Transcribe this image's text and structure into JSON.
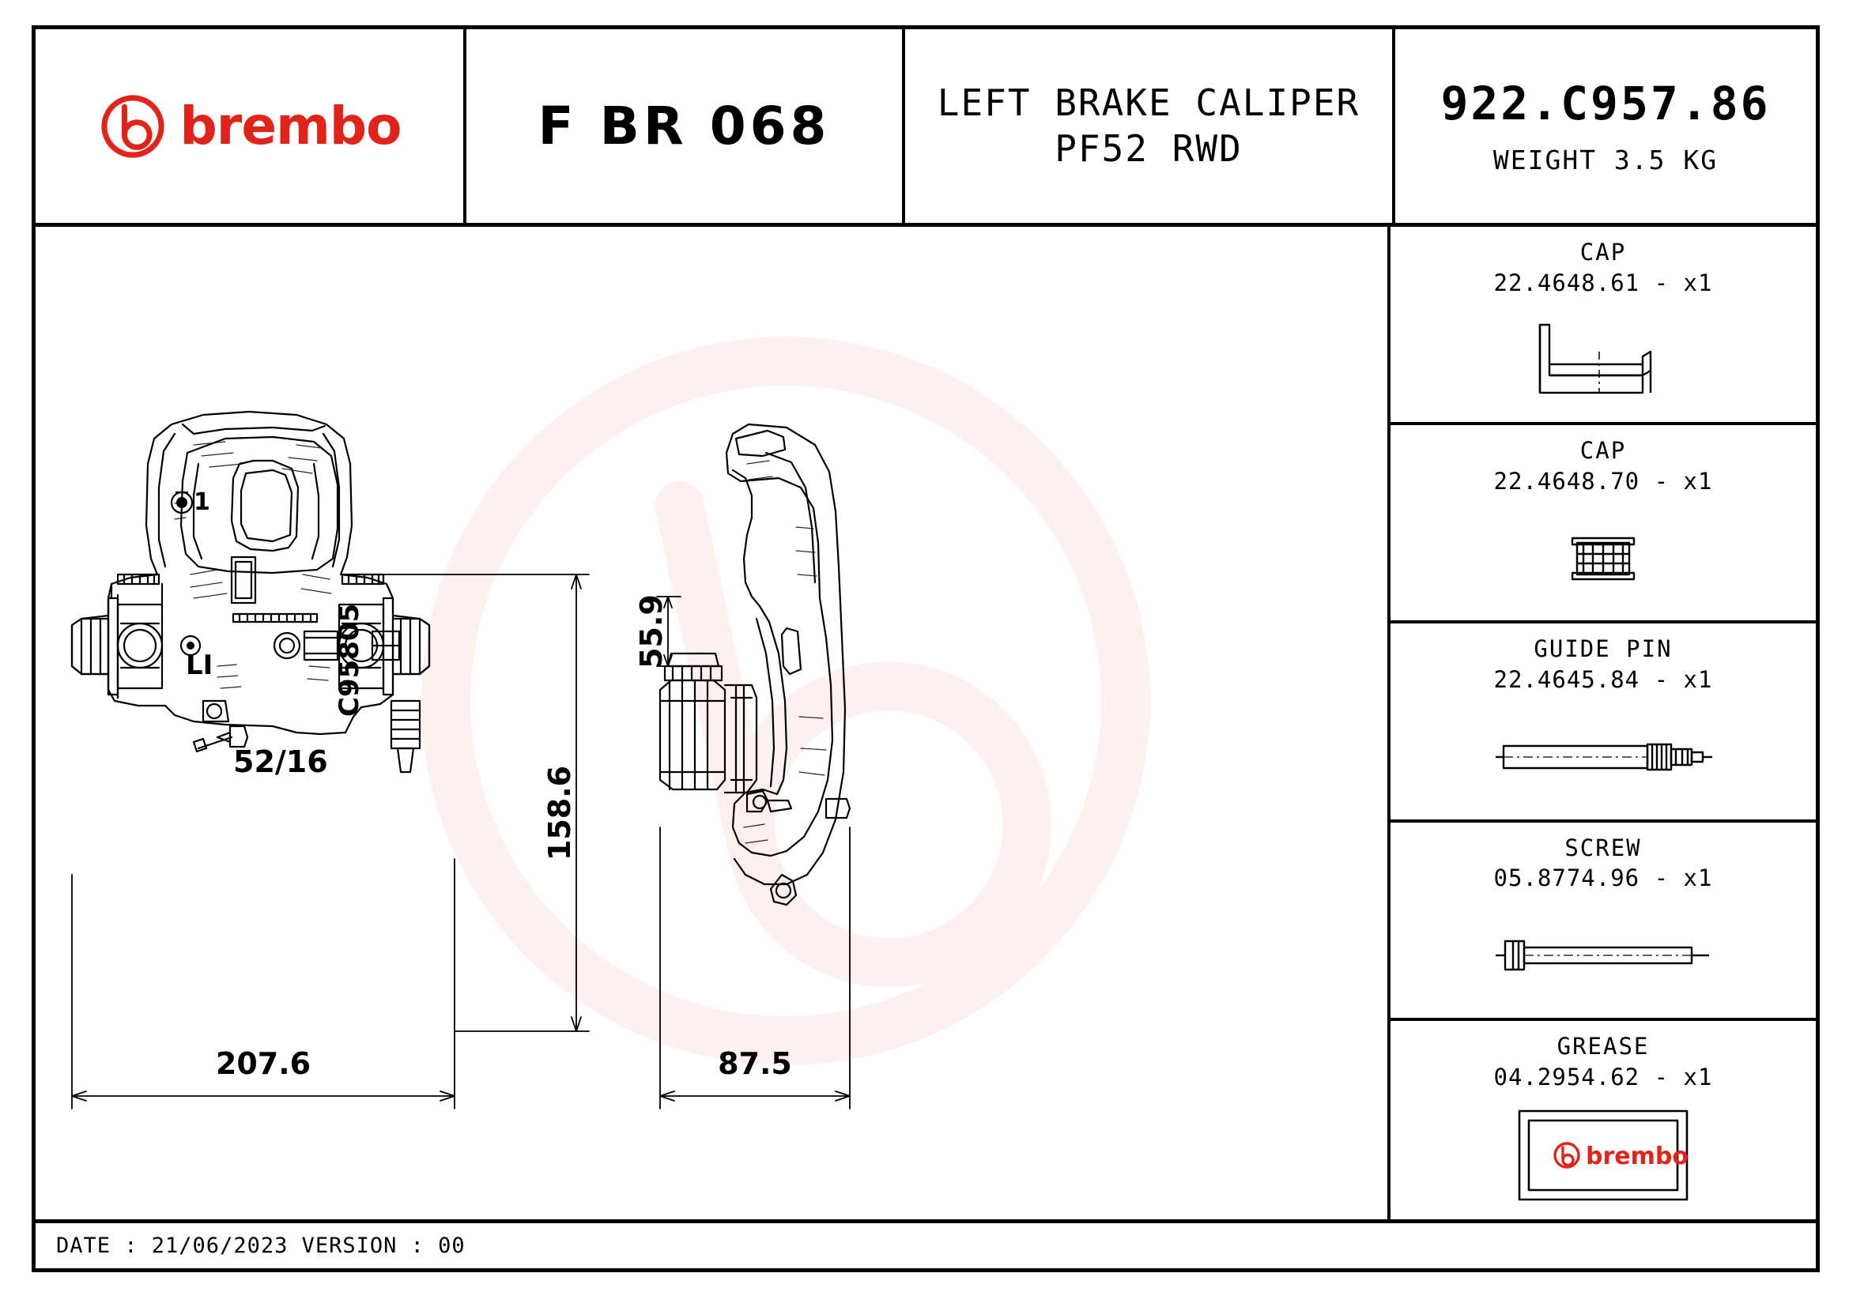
{
  "header": {
    "brand": "brembo",
    "code": "F BR 068",
    "description_line1": "LEFT BRAKE CALIPER",
    "description_line2": "PF52 RWD",
    "part_number": "922.C957.86",
    "weight": "WEIGHT 3.5 KG"
  },
  "parts": [
    {
      "name": "CAP",
      "code": "22.4648.61 - x1",
      "icon": "cap-bracket-icon"
    },
    {
      "name": "CAP",
      "code": "22.4648.70 - x1",
      "icon": "cap-cylinder-icon"
    },
    {
      "name": "GUIDE PIN",
      "code": "22.4645.84 - x1",
      "icon": "guide-pin-icon"
    },
    {
      "name": "SCREW",
      "code": "05.8774.96 - x1",
      "icon": "screw-icon"
    },
    {
      "name": "GREASE",
      "code": "04.2954.62 - x1",
      "icon": "grease-packet-icon"
    }
  ],
  "drawing": {
    "dimensions": {
      "height_front": "158.6",
      "height_side": "55.9",
      "width_front": "207.6",
      "width_side": "87.5"
    },
    "markings": {
      "casting_code": "C95805",
      "side_mark": "LI",
      "bore_mark": "52/16",
      "callout_1": "1"
    }
  },
  "footer": {
    "text": "DATE : 21/06/2023 VERSION : 00"
  },
  "colors": {
    "brand_red": "#e2231a",
    "line": "#000000"
  }
}
